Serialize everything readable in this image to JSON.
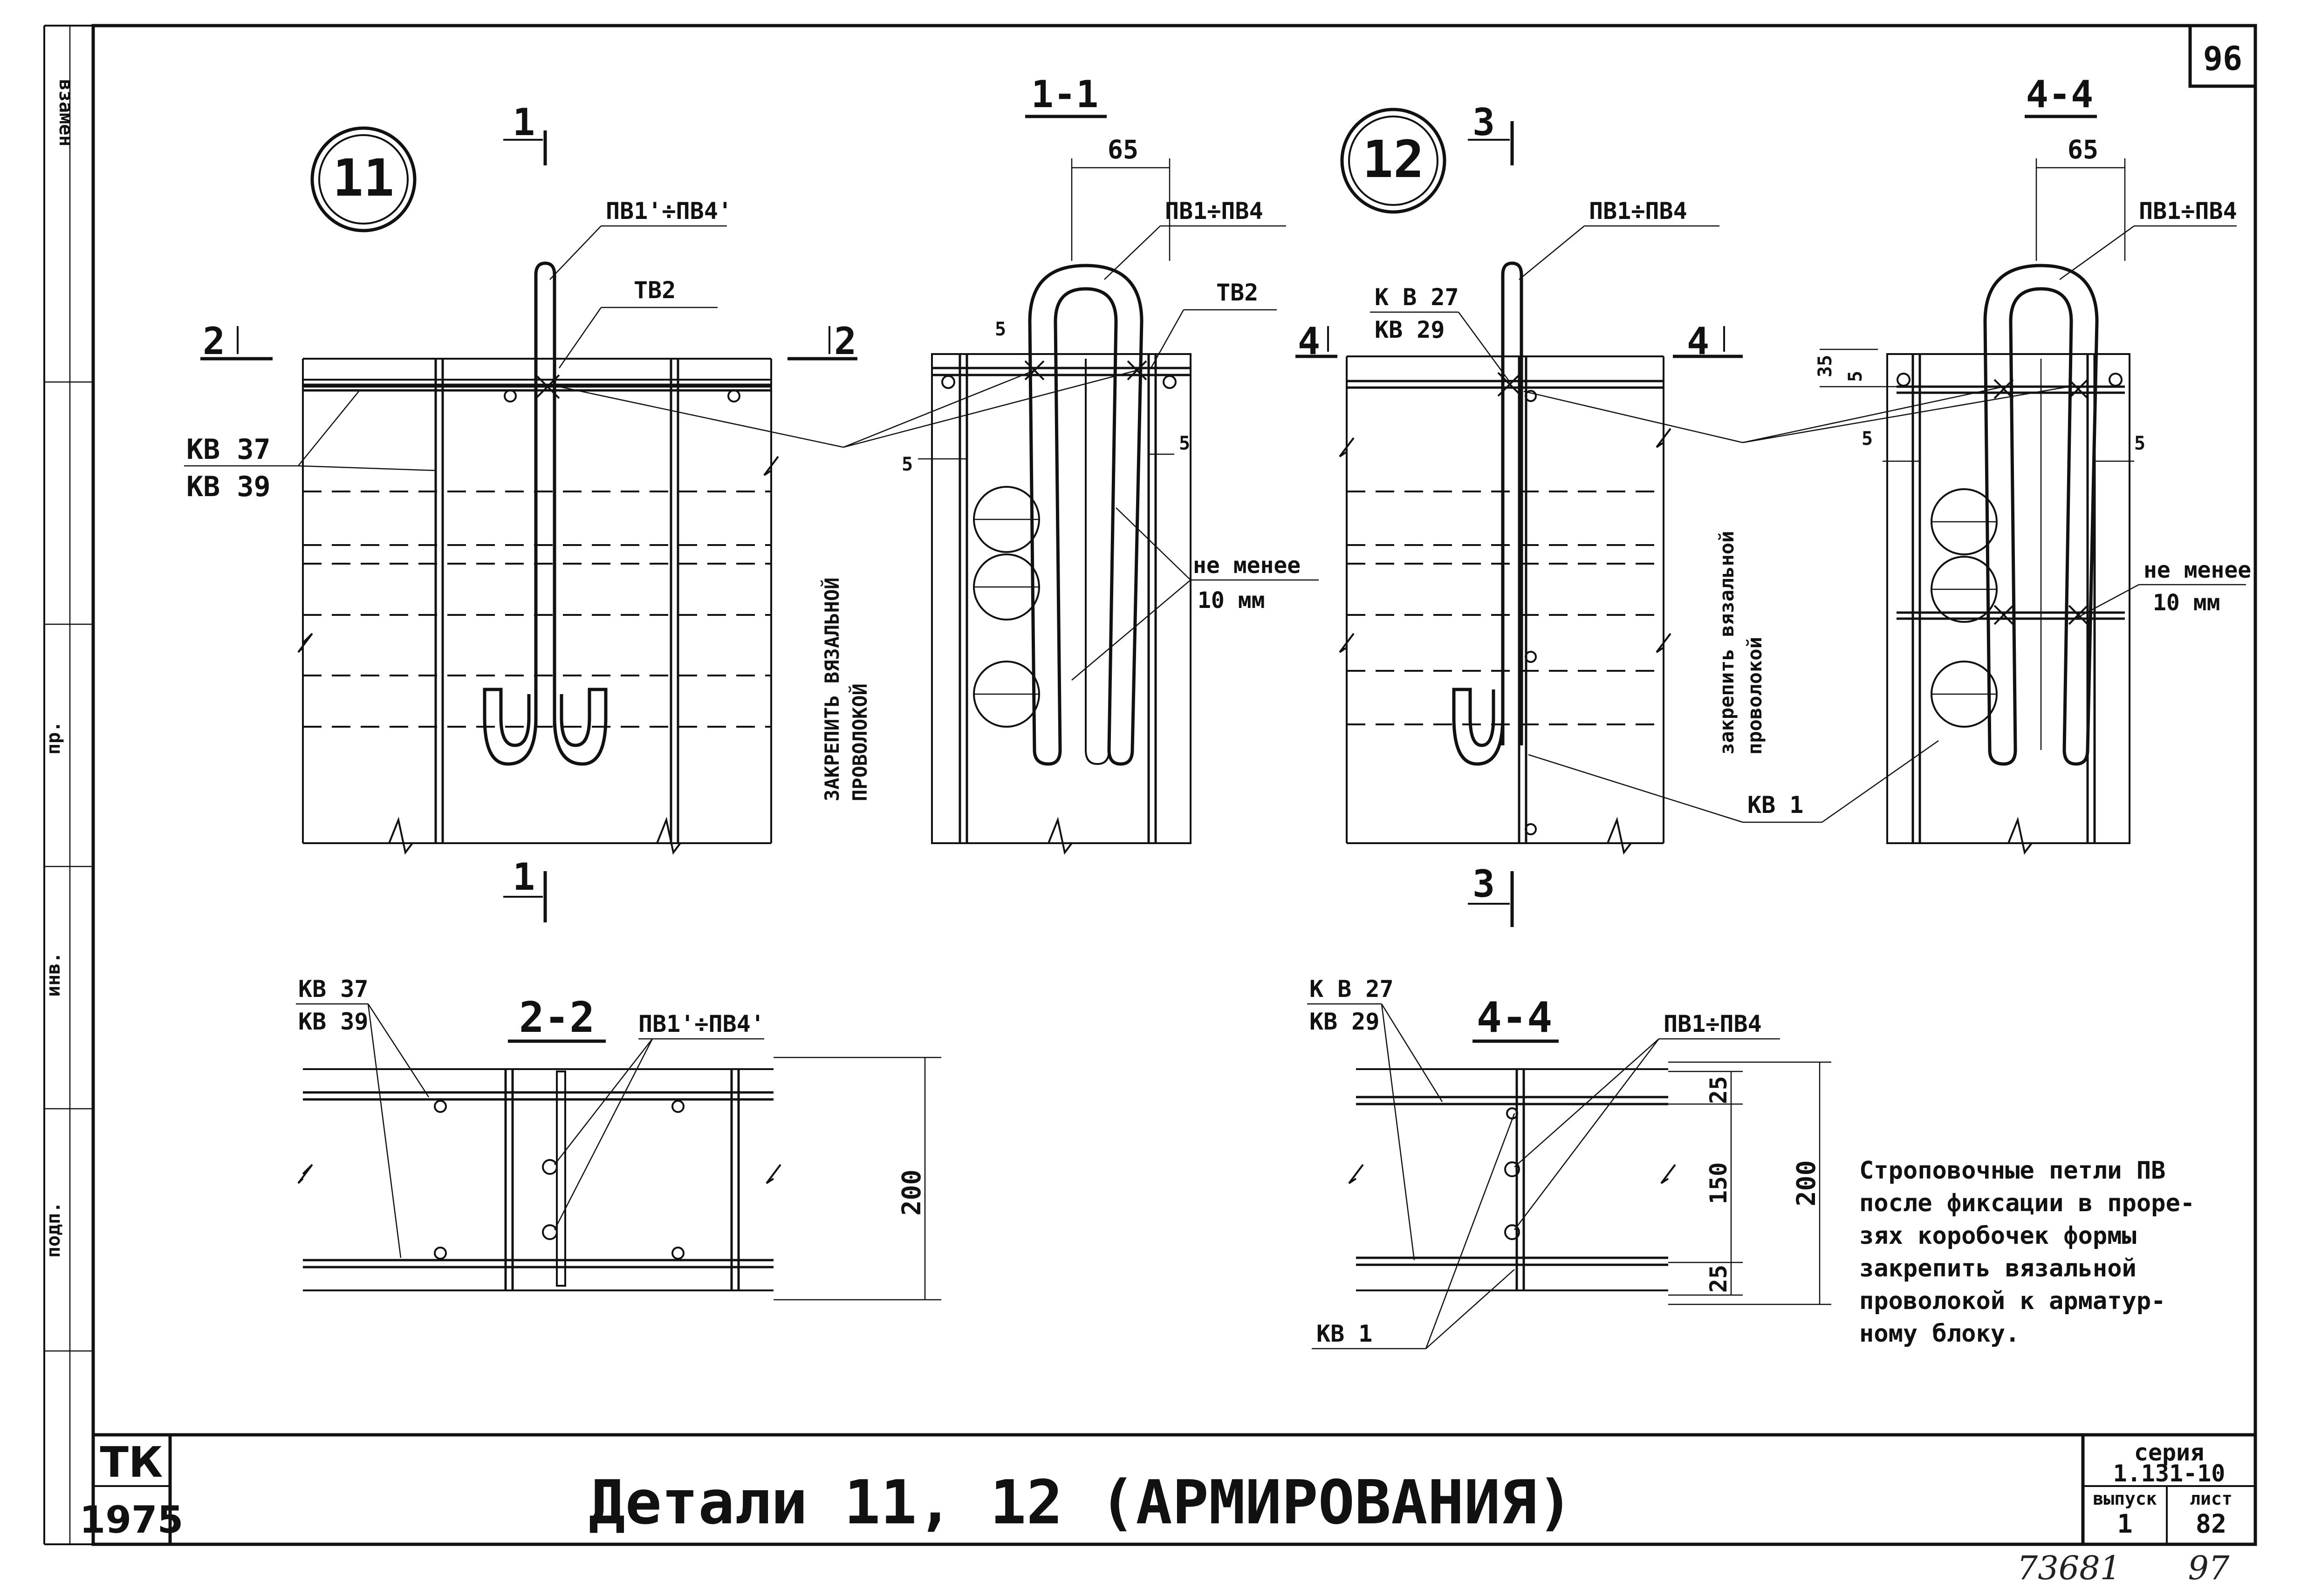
{
  "sheet_number": "96",
  "title_block": {
    "org_line1": "ТК",
    "org_line2": "1975",
    "title": "Детали   11, 12   (АРМИРОВАНИЯ)",
    "series_label": "серия",
    "series_value": "1.131-10",
    "issue_label": "выпуск",
    "issue_value": "1",
    "sheet_label": "лист",
    "sheet_value": "82",
    "handwritten_1": "73681",
    "handwritten_2": "97"
  },
  "left_margin_texts": [
    "взамен",
    "пр.",
    "инв.",
    "подп."
  ],
  "detail11": {
    "marker": "11",
    "cut1_top": "1",
    "cut1_bottom": "1",
    "cut2_left": "2",
    "cut2_right": "2",
    "label_pv": "ПВ1'÷ПВ4'",
    "label_tv": "ТВ2",
    "label_kv_top": "КВ 37",
    "label_kv_bottom": "КВ 39"
  },
  "section11": {
    "title": "1-1",
    "dim_65": "65",
    "label_pv": "ПВ1÷ПВ4",
    "label_tv": "ТВ2",
    "dim_5a": "5",
    "dim_5b": "5",
    "dim_5c": "5",
    "note_min_1": "не менее",
    "note_min_2": "10 мм",
    "note_fix_1": "ЗАКРЕПИТЬ ВЯЗАЛЬНОЙ",
    "note_fix_2": "ПРОВОЛОКОЙ"
  },
  "detail12": {
    "marker": "12",
    "cut3_top": "3",
    "cut3_bottom": "3",
    "cut4_left": "4",
    "cut4_right": "4",
    "label_pv": "ПВ1÷ПВ4",
    "label_kv_top": "К В 27",
    "label_kv_bottom": "КВ 29",
    "label_kv1": "КВ 1"
  },
  "section44_top": {
    "title": "4-4",
    "dim_65": "65",
    "label_pv": "ПВ1÷ПВ4",
    "dim_35": "35",
    "dim_5a": "5",
    "dim_5b": "5",
    "dim_5c": "5",
    "note_min_1": "не менее",
    "note_min_2": "10 мм",
    "note_fix_1": "закрепить вязальной",
    "note_fix_2": "проволокой"
  },
  "section22": {
    "title": "2-2",
    "label_kv_top": "КВ 37",
    "label_kv_bottom": "КВ 39",
    "label_pv": "ПВ1'÷ПВ4'",
    "dim_200": "200"
  },
  "section44_bottom": {
    "title": "4-4",
    "label_kv_top": "К В 27",
    "label_kv_bottom": "КВ 29",
    "label_pv": "ПВ1÷ПВ4",
    "label_kv1": "КВ 1",
    "dim_25a": "25",
    "dim_150": "150",
    "dim_25b": "25",
    "dim_200": "200"
  },
  "note": [
    "Строповочные петли ПВ",
    "после фиксации в проре-",
    "зях коробочек формы",
    "закрепить вязальной",
    "проволокой к арматур-",
    "ному   блоку."
  ]
}
